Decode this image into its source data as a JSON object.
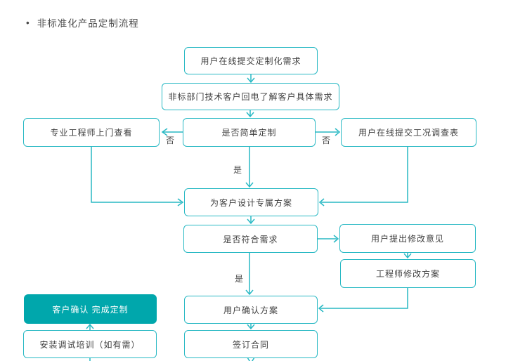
{
  "page": {
    "bullet": "•",
    "title": "非标准化产品定制流程"
  },
  "colors": {
    "line": "#29B9C4",
    "box_border": "#29B9C4",
    "box_fill": "#FFFFFF",
    "highlight_fill": "#00A7AC",
    "text": "#3F3F3F",
    "highlight_text": "#FFFFFF"
  },
  "diagram": {
    "type": "flowchart",
    "nodes": {
      "submit_request": "用户在线提交定制化需求",
      "callback": "非标部门技术客户回电了解客户具体需求",
      "engineer_visit": "专业工程师上门查看",
      "simple_custom": "是否简单定制",
      "survey_form": "用户在线提交工况调查表",
      "design_plan": "为客户设计专属方案",
      "meet_needs": "是否符合需求",
      "feedback": "用户提出修改意见",
      "revise_plan": "工程师修改方案",
      "confirm_plan": "用户确认方案",
      "sign_contract": "签订合同",
      "complete": "客户确认 完成定制",
      "install_training": "安装调试培训（如有需）"
    },
    "edges": [
      {
        "from": "submit_request",
        "to": "callback",
        "label": ""
      },
      {
        "from": "callback",
        "to": "simple_custom",
        "label": ""
      },
      {
        "from": "simple_custom",
        "to": "engineer_visit",
        "label": "否"
      },
      {
        "from": "simple_custom",
        "to": "survey_form",
        "label": "否"
      },
      {
        "from": "simple_custom",
        "to": "design_plan",
        "label": "是"
      },
      {
        "from": "engineer_visit",
        "to": "design_plan",
        "label": ""
      },
      {
        "from": "survey_form",
        "to": "design_plan",
        "label": ""
      },
      {
        "from": "design_plan",
        "to": "meet_needs",
        "label": ""
      },
      {
        "from": "meet_needs",
        "to": "feedback",
        "label": ""
      },
      {
        "from": "feedback",
        "to": "revise_plan",
        "label": ""
      },
      {
        "from": "revise_plan",
        "to": "confirm_plan",
        "label": ""
      },
      {
        "from": "meet_needs",
        "to": "confirm_plan",
        "label": "是"
      },
      {
        "from": "confirm_plan",
        "to": "sign_contract",
        "label": ""
      },
      {
        "from": "install_training",
        "to": "complete",
        "label": ""
      }
    ]
  }
}
